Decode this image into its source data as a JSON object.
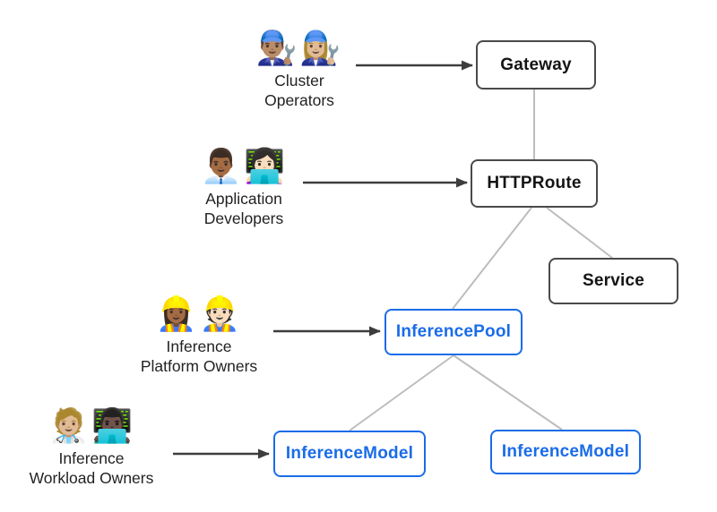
{
  "colors": {
    "background": "#ffffff",
    "dark_node_border": "#4a4a4a",
    "dark_node_text": "#141414",
    "blue_node": "#1a6ce8",
    "connector": "#bdbdbd",
    "arrow": "#3d3d3d",
    "label_text": "#222222"
  },
  "personas": [
    {
      "id": "cluster-operators",
      "emojis": "👨🏽‍🔧👩🏼‍🔧",
      "label_line1": "Cluster",
      "label_line2": "Operators",
      "points_to": "Gateway"
    },
    {
      "id": "application-developers",
      "emojis": "👨🏾‍💼👩🏻‍💻",
      "label_line1": "Application",
      "label_line2": "Developers",
      "points_to": "HTTPRoute"
    },
    {
      "id": "inference-platform-owners",
      "emojis": "👷🏾‍♀️👷🏻",
      "label_line1": "Inference",
      "label_line2": "Platform Owners",
      "points_to": "InferencePool"
    },
    {
      "id": "inference-workload-owners",
      "emojis": "🧑🏼‍⚕️👨🏿‍💻",
      "label_line1": "Inference",
      "label_line2": "Workload Owners",
      "points_to": "InferenceModel"
    }
  ],
  "nodes": {
    "gateway": {
      "label": "Gateway",
      "style": "dark"
    },
    "httproute": {
      "label": "HTTPRoute",
      "style": "dark"
    },
    "service": {
      "label": "Service",
      "style": "dark"
    },
    "inferencepool": {
      "label": "InferencePool",
      "style": "blue"
    },
    "inferencemodel_left": {
      "label": "InferenceModel",
      "style": "blue"
    },
    "inferencemodel_right": {
      "label": "InferenceModel",
      "style": "blue"
    }
  },
  "edges": [
    {
      "from": "Cluster Operators",
      "to": "Gateway",
      "kind": "arrow"
    },
    {
      "from": "Application Developers",
      "to": "HTTPRoute",
      "kind": "arrow"
    },
    {
      "from": "Inference Platform Owners",
      "to": "InferencePool",
      "kind": "arrow"
    },
    {
      "from": "Inference Workload Owners",
      "to": "InferenceModel (left)",
      "kind": "arrow"
    },
    {
      "from": "Gateway",
      "to": "HTTPRoute",
      "kind": "connector"
    },
    {
      "from": "HTTPRoute",
      "to": "InferencePool",
      "kind": "connector"
    },
    {
      "from": "HTTPRoute",
      "to": "Service",
      "kind": "connector"
    },
    {
      "from": "InferencePool",
      "to": "InferenceModel (left)",
      "kind": "connector"
    },
    {
      "from": "InferencePool",
      "to": "InferenceModel (right)",
      "kind": "connector"
    }
  ]
}
